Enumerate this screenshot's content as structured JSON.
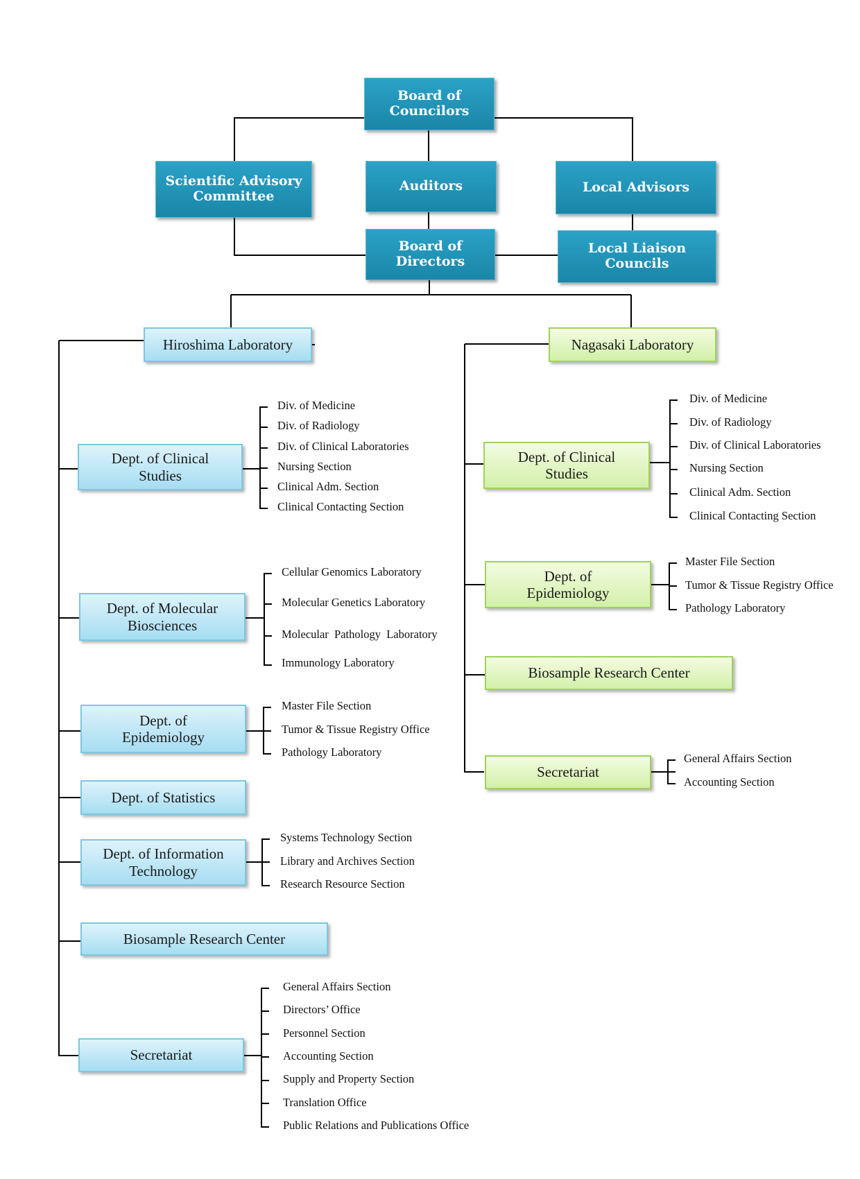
{
  "colors": {
    "top_box": "#1a86a8",
    "hiroshima_box": "#a6ddf2",
    "nagasaki_box": "#d2f0a8",
    "line": "#000000"
  },
  "top": {
    "board_of_councilors": "Board of\nCouncilors",
    "scientific_advisory": "Scientific Advisory\nCommittee",
    "auditors": "Auditors",
    "local_advisors": "Local Advisors",
    "board_of_directors": "Board of Directors",
    "local_liaison": "Local Liaison\nCouncils"
  },
  "hiroshima": {
    "title": "Hiroshima Laboratory",
    "clinical": {
      "label": "Dept. of Clinical\nStudies",
      "items": [
        "Div. of Medicine",
        "Div. of Radiology",
        "Div. of Clinical Laboratories",
        "Nursing Section",
        "Clinical Adm. Section",
        "Clinical Contacting Section"
      ]
    },
    "molecular": {
      "label": "Dept. of Molecular\nBiosciences",
      "items": [
        "Cellular Genomics Laboratory",
        "Molecular Genetics Laboratory",
        "Molecular  Pathology  Laboratory",
        "Immunology Laboratory"
      ]
    },
    "epidemiology": {
      "label": "Dept. of\nEpidemiology",
      "items": [
        "Master File Section",
        "Tumor & Tissue Registry Office",
        "Pathology Laboratory"
      ]
    },
    "statistics": {
      "label": "Dept. of Statistics"
    },
    "it": {
      "label": "Dept. of Information\nTechnology",
      "items": [
        "Systems Technology Section",
        "Library and Archives Section",
        "Research Resource Section"
      ]
    },
    "biosample": {
      "label": "Biosample Research Center"
    },
    "secretariat": {
      "label": "Secretariat",
      "items": [
        "General Affairs Section",
        "Directors’ Office",
        "Personnel Section",
        "Accounting Section",
        "Supply and Property Section",
        "Translation Office",
        "Public Relations and Publications Office"
      ]
    }
  },
  "nagasaki": {
    "title": "Nagasaki Laboratory",
    "clinical": {
      "label": "Dept. of Clinical\nStudies",
      "items": [
        "Div. of Medicine",
        "Div. of Radiology",
        "Div. of Clinical Laboratories",
        "Nursing Section",
        "Clinical Adm. Section",
        "Clinical Contacting Section"
      ]
    },
    "epidemiology": {
      "label": "Dept. of\nEpidemiology",
      "items": [
        "Master File Section",
        "Tumor & Tissue Registry Office",
        "Pathology Laboratory"
      ]
    },
    "biosample": {
      "label": "Biosample Research Center"
    },
    "secretariat": {
      "label": "Secretariat",
      "items": [
        "General Affairs Section",
        "Accounting Section"
      ]
    }
  }
}
